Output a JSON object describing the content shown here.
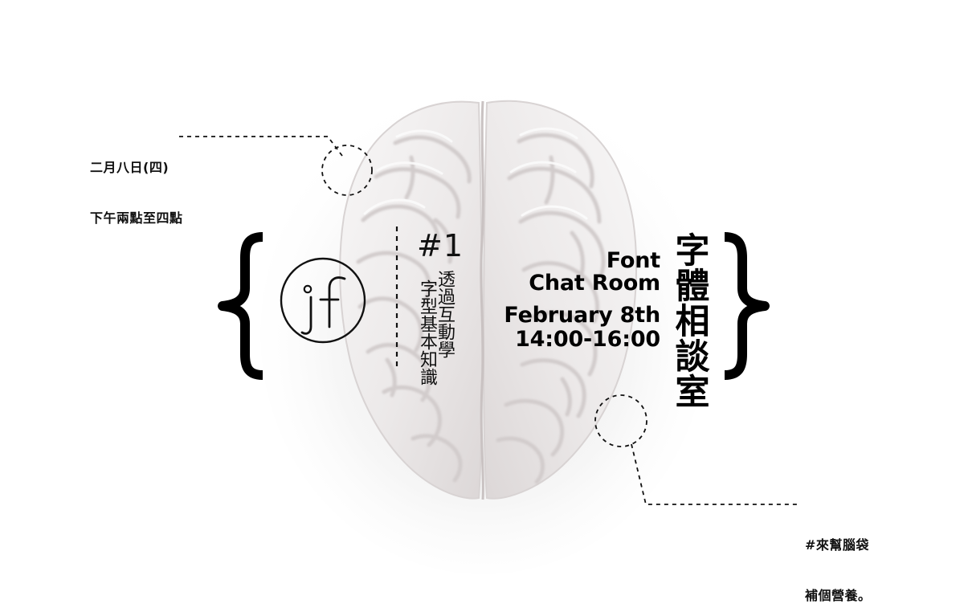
{
  "schedule": {
    "chinese_date_line_1": "二月八日(四)",
    "chinese_date_line_2": "下午兩點至四點"
  },
  "episode": {
    "number": "#1",
    "subtitle_line_1": "透過互動學",
    "subtitle_line_2": "字型基本知識"
  },
  "event": {
    "title_line_1": "Font",
    "title_line_2": "Chat Room",
    "date": "February 8th",
    "time": "14:00-16:00",
    "chinese_title": "字體相談室"
  },
  "callout": {
    "line_1": "#來幫腦袋",
    "line_2": "補個營養。"
  },
  "logo": {
    "icon": "jf-logo-icon"
  },
  "style": {
    "ink": "#111111",
    "brain_light": "#f4f3f3",
    "brain_mid": "#e7e4e4",
    "brain_shadow": "#d7d2d2",
    "background": "#ffffff"
  }
}
